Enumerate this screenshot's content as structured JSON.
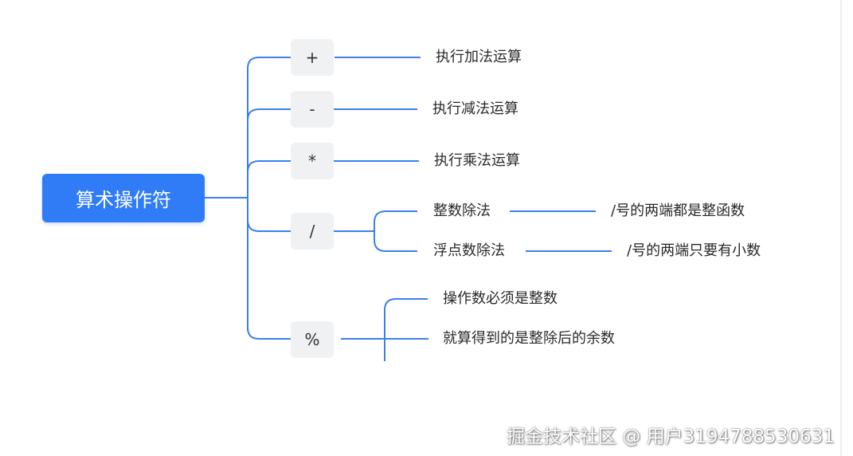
{
  "root": {
    "label": "算术操作符"
  },
  "operators": {
    "plus": {
      "symbol": "+",
      "desc": "执行加法运算"
    },
    "minus": {
      "symbol": "-",
      "desc": "执行减法运算"
    },
    "multiply": {
      "symbol": "*",
      "desc": "执行乘法运算"
    },
    "divide": {
      "symbol": "/",
      "children": [
        {
          "label": "整数除法",
          "note": "/号的两端都是整函数"
        },
        {
          "label": "浮点数除法",
          "note": "/号的两端只要有小数"
        }
      ]
    },
    "modulo": {
      "symbol": "%",
      "children": [
        {
          "label": "操作数必须是整数"
        },
        {
          "label": "就算得到的是整除后的余数"
        }
      ]
    }
  },
  "colors": {
    "accent": "#2f7cf6",
    "connector": "#3d7ff0",
    "node_bg": "#f0f1f3"
  },
  "watermark": "掘金技术社区 @ 用户3194788530631"
}
